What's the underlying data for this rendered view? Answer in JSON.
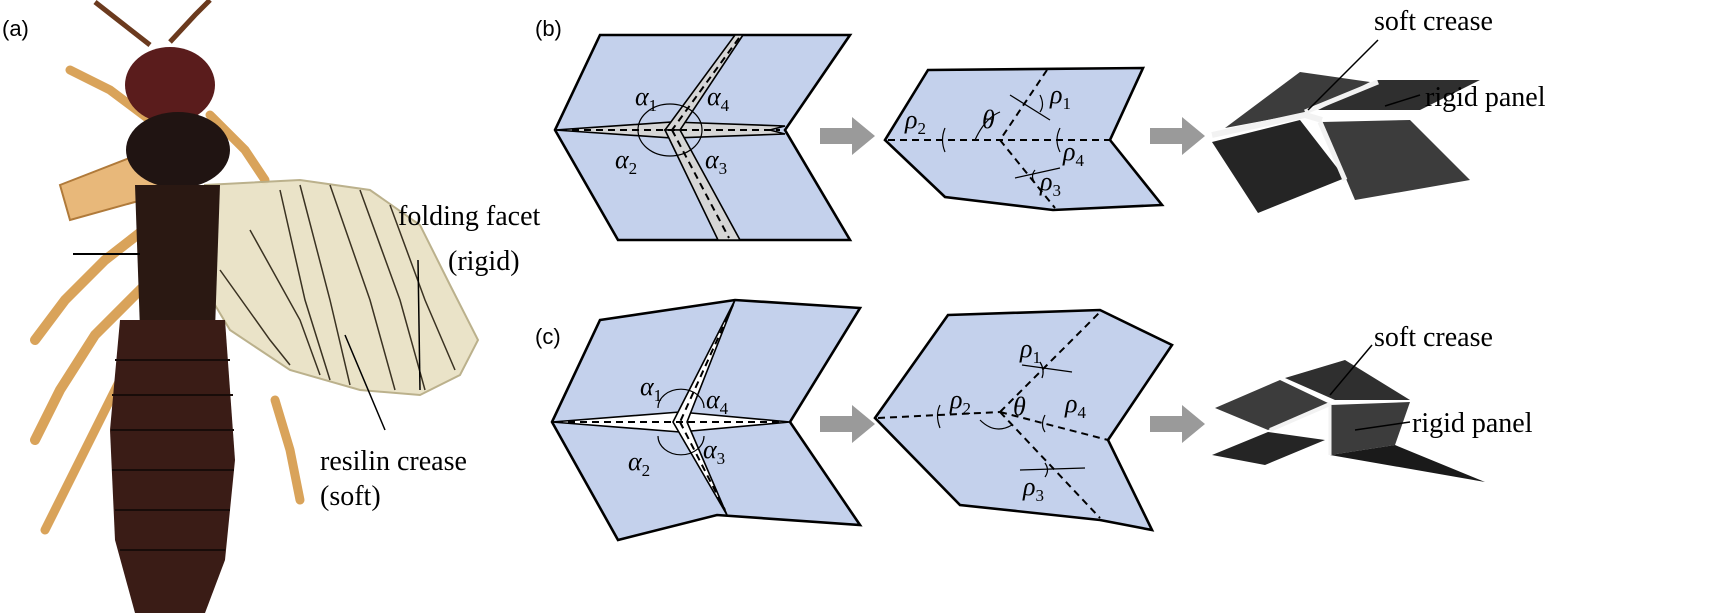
{
  "panels": {
    "a": {
      "label": "(a)",
      "folding_facet": "folding facet",
      "folding_facet_note": "(rigid)",
      "resilin_crease": "resilin crease",
      "resilin_crease_note": "(soft)"
    },
    "b": {
      "label": "(b)",
      "soft_crease": "soft crease",
      "rigid_panel": "rigid panel"
    },
    "c": {
      "label": "(c)",
      "soft_crease": "soft crease",
      "rigid_panel": "rigid panel"
    }
  },
  "symbols": {
    "alpha": "α",
    "rho": "ρ",
    "theta": "θ",
    "s1": "1",
    "s2": "2",
    "s3": "3",
    "s4": "4"
  },
  "colors": {
    "sheet": "#c4d1ec",
    "crease_fill_b": "#d6d6d6",
    "crease_fill_c": "#ffffff",
    "arrow": "#9a9a9a",
    "rigid_panel_dark": "#2f2f2f"
  },
  "icons": {
    "flow_arrow": "right-arrow-icon"
  }
}
